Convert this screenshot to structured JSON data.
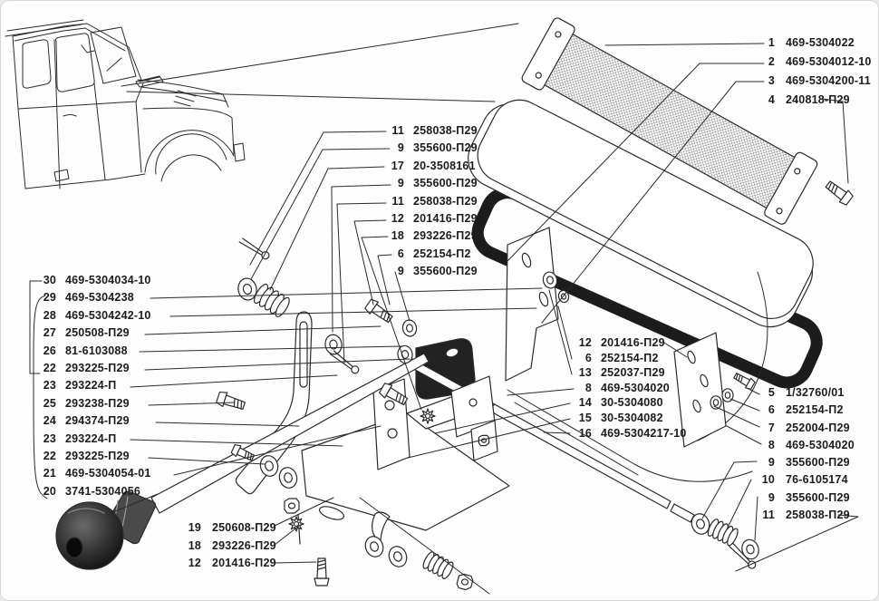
{
  "colors": {
    "ink": "#2b2b2b",
    "paper": "#fdfdfd",
    "dark_fill": "#1c1c1c",
    "label_text": "#1c1c1c"
  },
  "labels": {
    "top_right": [
      {
        "n": "1",
        "part": "469-5304022"
      },
      {
        "n": "2",
        "part": "469-5304012-10"
      },
      {
        "n": "3",
        "part": "469-5304200-11"
      },
      {
        "n": "4",
        "part": "240818-П29"
      }
    ],
    "top_middle": [
      {
        "n": "11",
        "part": "258038-П29"
      },
      {
        "n": "9",
        "part": "355600-П29"
      },
      {
        "n": "17",
        "part": "20-3508161"
      },
      {
        "n": "9",
        "part": "355600-П29"
      },
      {
        "n": "11",
        "part": "258038-П29"
      },
      {
        "n": "12",
        "part": "201416-П29"
      },
      {
        "n": "18",
        "part": "293226-П29"
      },
      {
        "n": "6",
        "part": "252154-П2"
      },
      {
        "n": "9",
        "part": "355600-П29"
      }
    ],
    "left": [
      {
        "n": "30",
        "part": "469-5304034-10"
      },
      {
        "n": "29",
        "part": "469-5304238"
      },
      {
        "n": "28",
        "part": "469-5304242-10"
      },
      {
        "n": "27",
        "part": "250508-П29"
      },
      {
        "n": "26",
        "part": "81-6103088"
      },
      {
        "n": "22",
        "part": "293225-П29"
      },
      {
        "n": "23",
        "part": "293224-П"
      },
      {
        "n": "25",
        "part": "293238-П29"
      },
      {
        "n": "24",
        "part": "294374-П29"
      },
      {
        "n": "23",
        "part": "293224-П"
      },
      {
        "n": "22",
        "part": "293225-П29"
      },
      {
        "n": "21",
        "part": "469-5304054-01"
      },
      {
        "n": "20",
        "part": "3741-5304056"
      }
    ],
    "mid_right": [
      {
        "n": "12",
        "part": "201416-П29"
      },
      {
        "n": "6",
        "part": "252154-П2"
      },
      {
        "n": "13",
        "part": "252037-П29"
      },
      {
        "n": "8",
        "part": "469-5304020"
      },
      {
        "n": "14",
        "part": "30-5304080"
      },
      {
        "n": "15",
        "part": "30-5304082"
      },
      {
        "n": "16",
        "part": "469-5304217-10"
      }
    ],
    "right": [
      {
        "n": "5",
        "part": "1/32760/01"
      },
      {
        "n": "6",
        "part": "252154-П2"
      },
      {
        "n": "7",
        "part": "252004-П29"
      },
      {
        "n": "8",
        "part": "469-5304020"
      },
      {
        "n": "9",
        "part": "355600-П29"
      },
      {
        "n": "10",
        "part": "76-6105174"
      },
      {
        "n": "9",
        "part": "355600-П29"
      },
      {
        "n": "11",
        "part": "258038-П29"
      }
    ],
    "bottom": [
      {
        "n": "19",
        "part": "250608-П29"
      },
      {
        "n": "18",
        "part": "293226-П29"
      },
      {
        "n": "12",
        "part": "201416-П29"
      }
    ]
  }
}
